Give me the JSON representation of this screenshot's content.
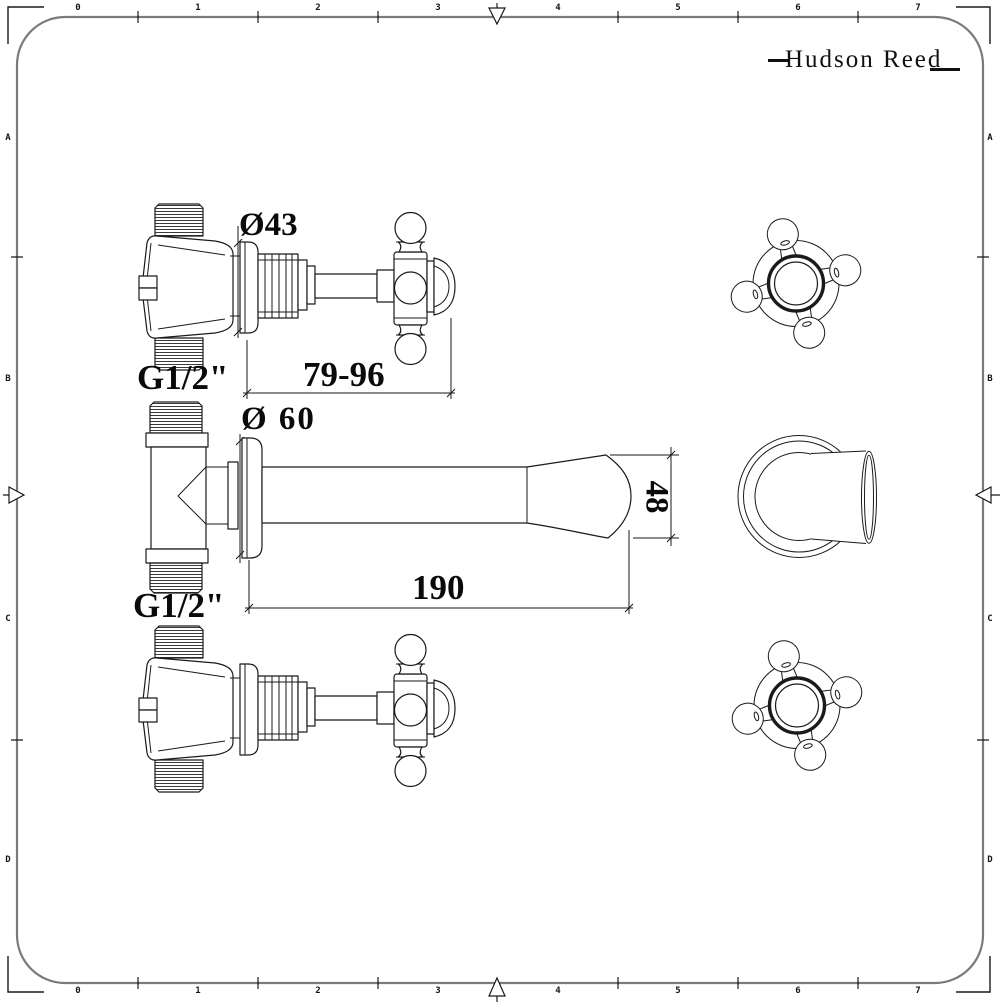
{
  "brand": {
    "logo_text": "Hudson Reed"
  },
  "sheet": {
    "ruler_numbers": [
      "0",
      "1",
      "2",
      "3",
      "4",
      "5",
      "6",
      "7"
    ],
    "ruler_letters": [
      "A",
      "B",
      "C",
      "D"
    ],
    "line_color": "#1a1a1a",
    "frame_color": "#7b7b7b"
  },
  "drawing": {
    "dimensions": {
      "valve_escutcheon_diameter": "Ø43",
      "valve_projection": "79-96",
      "valve_thread": "G1/2\"",
      "spout_escutcheon_diameter": "Ø 60",
      "spout_length": "190",
      "spout_end_height": "48",
      "spout_thread": "G1/2\""
    }
  }
}
